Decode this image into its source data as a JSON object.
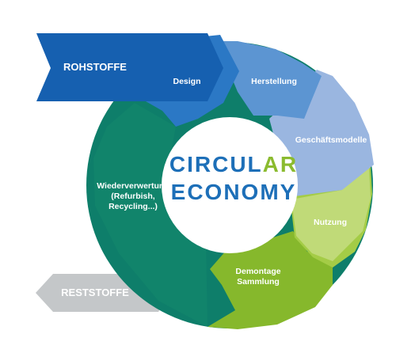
{
  "center": {
    "line1_blue": "CIRCUL",
    "line1_green": "AR",
    "line2_blue": "ECONOMY",
    "line2_green": ""
  },
  "arrows": {
    "input": "ROHSTOFFE",
    "output": "RESTSTOFFE"
  },
  "segments": {
    "design": "Design",
    "herstellung": "Herstellung",
    "geschaeft": "Geschäftsmodelle",
    "nutzung": "Nutzung",
    "demontage_1": "Demontage",
    "demontage_2": "Sammlung",
    "wieder_1": "Wiederverwertung",
    "wieder_2": "(Refurbish,",
    "wieder_3": "Recycling...)"
  },
  "colors": {
    "blue_dark": "#1660b0",
    "blue_mid": "#2b78c5",
    "blue_light": "#5c95d2",
    "blue_pale": "#9ab6e0",
    "green_pale": "#c0da78",
    "green_light": "#a4cc46",
    "green_mid": "#86b82c",
    "teal": "#0e7e6a",
    "teal_dark": "#16906e",
    "gray": "#c4c7c9",
    "text_blue": "#1d6fb8",
    "text_green": "#8bbb2f"
  }
}
